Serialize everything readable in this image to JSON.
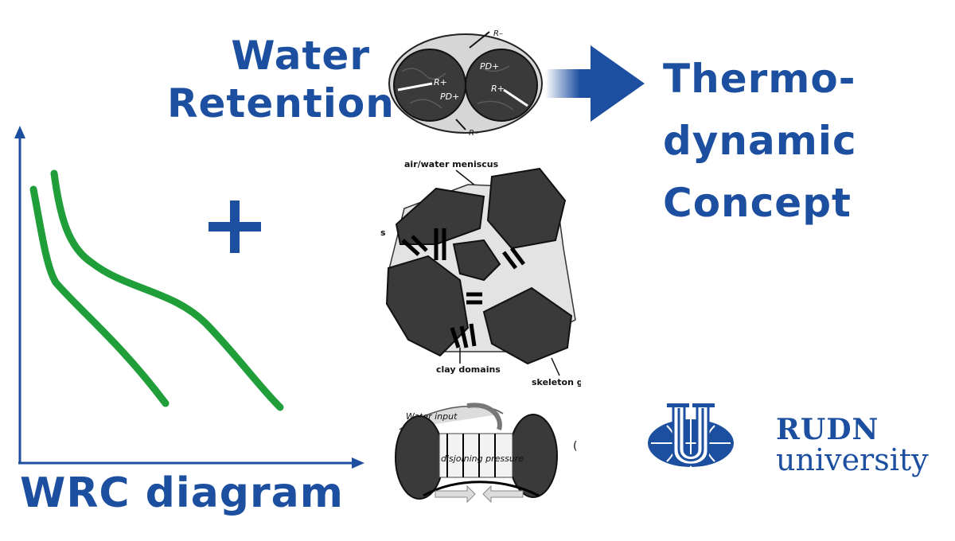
{
  "headings": {
    "water_line1": "Water",
    "water_line2": "Retention",
    "thermo_line1": "Thermo-",
    "thermo_line2": "dynamic",
    "thermo_line3": "Concept",
    "wrc": "WRC diagram",
    "plus": "+"
  },
  "figure_top": {
    "labels": [
      "R–",
      "PD+",
      "R+",
      "PD+",
      "R+",
      "R–"
    ]
  },
  "figure_middle": {
    "label_top": "air/water meniscus",
    "label_left": "s",
    "label_bottom": "clay domains",
    "label_right": "skeleton g"
  },
  "figure_bottom": {
    "label_input": "Water input",
    "label_pressure": "disjoining pressure",
    "label_cut": "("
  },
  "logo": {
    "line1": "RUDN",
    "line2": "university"
  },
  "colors": {
    "brand_blue": "#1d4fa0",
    "curve_green": "#1f9e3a",
    "grain_dark": "#3a3a3a"
  }
}
